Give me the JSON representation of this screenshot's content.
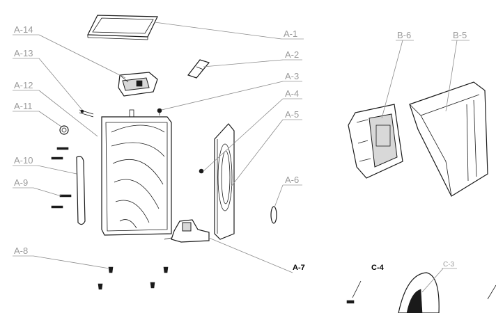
{
  "labels": {
    "a1": "A-1",
    "a2": "A-2",
    "a3": "A-3",
    "a4": "A-4",
    "a5": "A-5",
    "a6": "A-6",
    "a7": "A-7",
    "a8": "A-8",
    "a9": "A-9",
    "a10": "A-10",
    "a11": "A-11",
    "a12": "A-12",
    "a13": "A-13",
    "a14": "A-14",
    "b5": "B-5",
    "b6": "B-6",
    "c3": "C-3",
    "c4": "C-4"
  }
}
